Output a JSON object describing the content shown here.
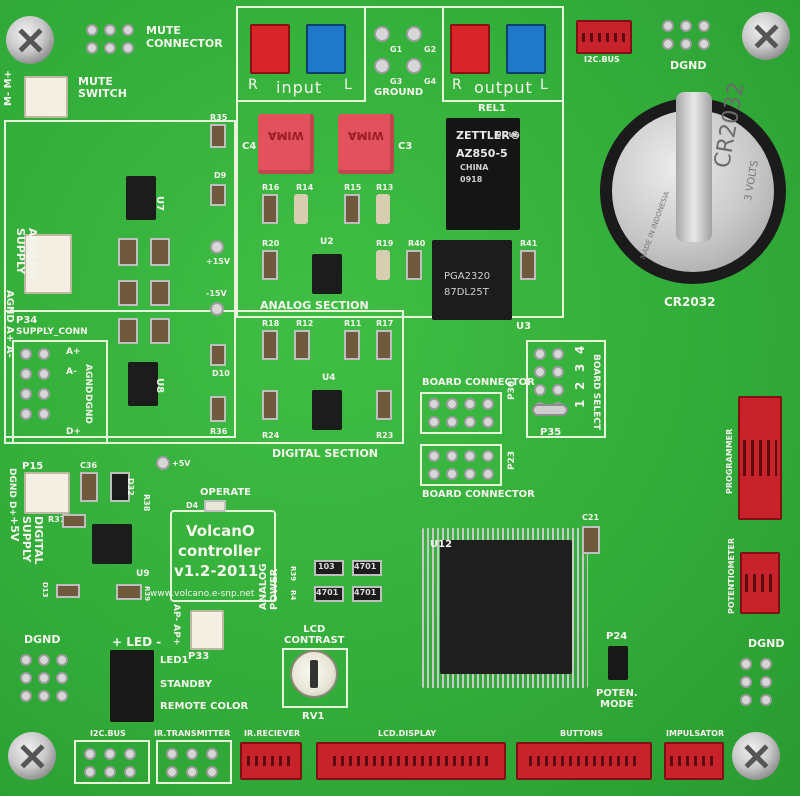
{
  "board": {
    "labels": {
      "mute_connector": "MUTE\nCONNECTOR",
      "mute_switch": "MUTE\nSWITCH",
      "m_minus_plus": "M- M+",
      "input": "input",
      "output": "output",
      "r_in": "R",
      "l_in": "L",
      "r_out": "R",
      "l_out": "L",
      "ground": "GROUND",
      "g1": "G1",
      "g2": "G2",
      "g3": "G3",
      "g4": "G4",
      "rel1": "REL1",
      "i2c_bus_top": "I2C.BUS",
      "dgnd_top": "DGND",
      "analog_supply": "ANALOG\nSUPPLY",
      "agnd_a": "AGND A+ A-",
      "c4": "C4",
      "c3": "C3",
      "wima1": "WIMA",
      "wima2": "WIMA",
      "r35": "R35",
      "d9": "D9",
      "plus15v": "+15V",
      "minus15v": "-15V",
      "d10": "D10",
      "r36": "R36",
      "analog_section": "ANALOG SECTION",
      "digital_section": "DIGITAL SECTION",
      "u2": "U2",
      "u3": "U3",
      "u4": "U4",
      "u7": "U7",
      "u8": "U8",
      "r16": "R16",
      "r14": "R14",
      "r15": "R15",
      "r13": "R13",
      "r20": "R20",
      "r19": "R19",
      "r40": "R40",
      "r41": "R41",
      "r18": "R18",
      "r12": "R12",
      "r11": "R11",
      "r17": "R17",
      "r24": "R24",
      "r23": "R23",
      "relay_brand": "ZETTLER®",
      "relay_model": "AZ850-5",
      "relay_origin": "CHINA",
      "relay_code": "0918",
      "relay_ul": "UL US",
      "pga_line1": "PGA2320",
      "pga_line2": "87DL25T",
      "battery_type": "CR2032",
      "battery_label": "CR2032",
      "battery_volts": "3 VOLTS",
      "battery_made": "MADE IN INDONESIA",
      "p34": "P34",
      "supply_conn": "SUPPLY_CONN",
      "a_plus": "A+",
      "a_minus": "A-",
      "agnd": "AGND",
      "dgnd_side": "DGND",
      "d_plus": "D+",
      "p15": "P15",
      "c36": "C36",
      "plus5v": "+5V",
      "dgnd_d": "DGND D+",
      "digital_supply": "DIGITAL\nSUPPLY\n+5V",
      "d32": "D32",
      "r38": "R38",
      "r37": "R37",
      "d13": "D13",
      "u9": "U9",
      "r39": "R39",
      "operate": "OPERATE",
      "d4": "D4",
      "volcano": "VolcanO",
      "controller": "controller",
      "version": "v1.2-2011",
      "url": "www.volcano.e-snp.net",
      "ap_minus_plus": "AP- AP+",
      "analog_power": "ANALOG\nPOWER",
      "p33": "P33",
      "board_connector_top": "BOARD CONNECTOR",
      "board_connector_bottom": "BOARD CONNECTOR",
      "p30": "P30",
      "p23": "P23",
      "p35": "P35",
      "board_select": "BOARD SELECT",
      "sel1": "1",
      "sel2": "2",
      "sel3": "3",
      "sel4": "4",
      "programmer": "PROGRAMMER",
      "potentiometer": "POTENTIOMETER",
      "c21": "C21",
      "u12": "U12",
      "r39b": "R39",
      "r4": "R4",
      "ic103": "103",
      "ic4701a": "4701",
      "ic4701b": "4701",
      "ic4701c": "4701",
      "lcd_contrast": "LCD\nCONTRAST",
      "rv1": "RV1",
      "p24": "P24",
      "poten_mode": "POTEN.\nMODE",
      "led_header": "+ LED -",
      "led1": "LED1",
      "standby": "STANDBY",
      "remote_color": "REMOTE COLOR",
      "dgnd_left": "DGND",
      "dgnd_right": "DGND",
      "i2c_bus_bottom": "I2C.BUS",
      "ir_transmitter": "IR.TRANSMITTER",
      "ir_receiver": "IR.RECIEVER",
      "lcd_display": "LCD.DISPLAY",
      "buttons": "BUTTONS",
      "impulsator": "IMPULSATOR"
    }
  }
}
